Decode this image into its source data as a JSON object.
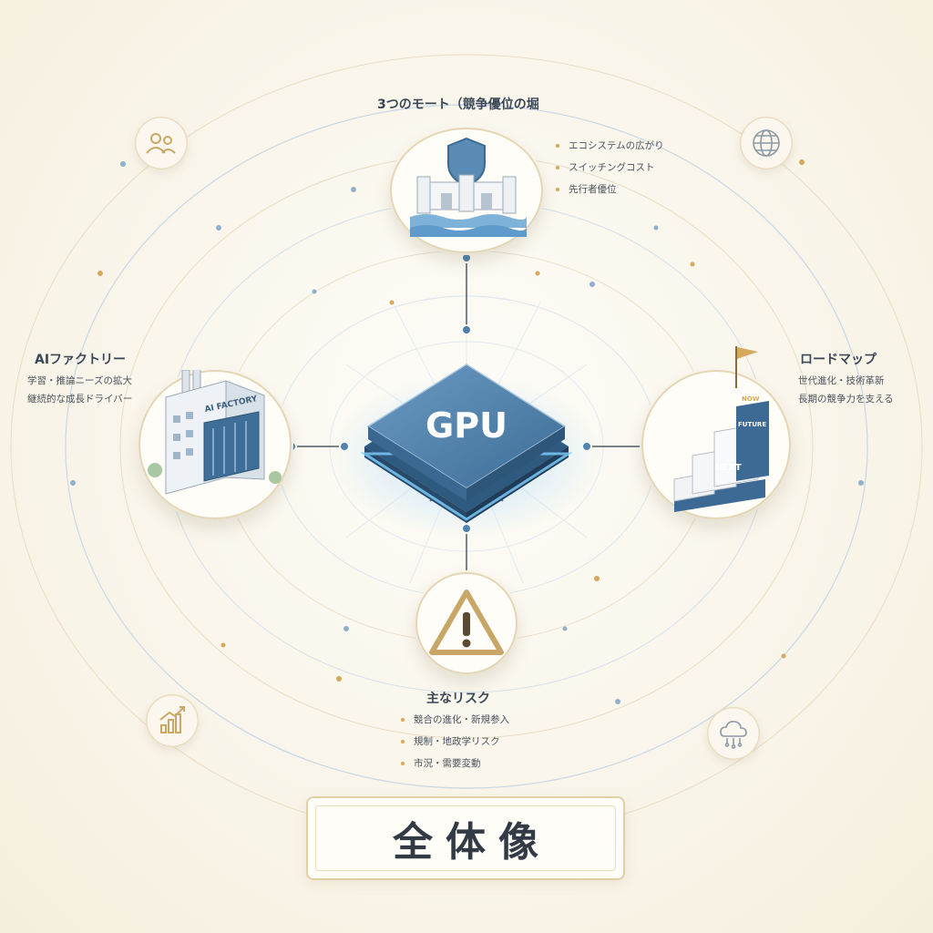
{
  "center": {
    "chip_label": "GPU"
  },
  "moat": {
    "title": "3つのモート（競争優位の堀",
    "bullets": [
      "エコシステムの広がり",
      "スイッチングコスト",
      "先行者優位"
    ]
  },
  "ai_factory": {
    "title": "AIファクトリー",
    "lines": [
      "学習・推論ニーズの拡大",
      "継続的な成長ドライバー"
    ],
    "building_sign": "AI FACTORY"
  },
  "roadmap": {
    "title": "ロードマップ",
    "lines": [
      "世代進化・技術革新",
      "長期の競争力を支える"
    ],
    "steps": [
      "NEXT",
      "FUTURE",
      "NOW"
    ]
  },
  "risks": {
    "title": "主なリスク",
    "bullets": [
      "競合の進化・新規参入",
      "規制・地政学リスク",
      "市況・需要変動"
    ]
  },
  "badge": {
    "text": "全体像"
  },
  "icons": [
    "users-icon",
    "globe-icon",
    "chart-icon",
    "cloud-icon",
    "shield-icon",
    "warning-icon",
    "flag-icon"
  ],
  "colors": {
    "accent_blue": "#4d7fa8",
    "gold": "#d6a85a",
    "background": "#f8f3e6"
  }
}
